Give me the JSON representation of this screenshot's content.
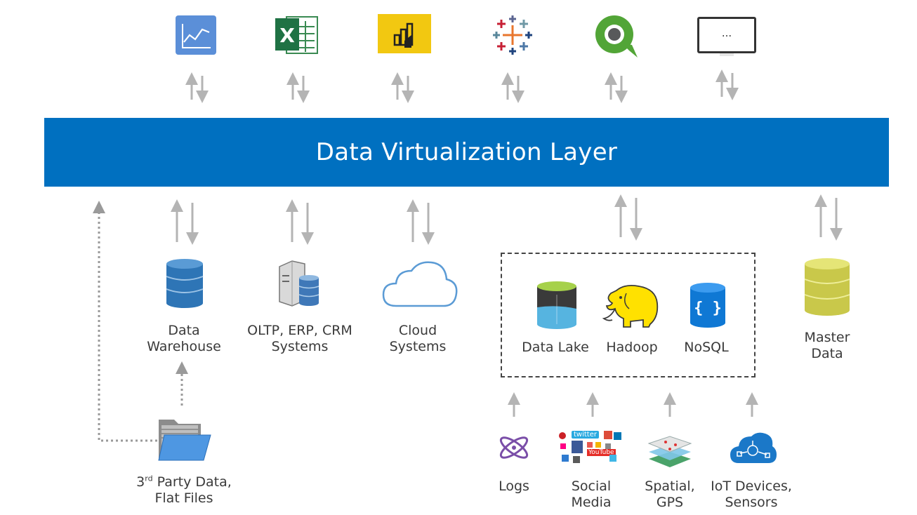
{
  "layer": {
    "title": "Data Virtualization Layer"
  },
  "consumers": [
    {
      "icon": "line-chart-icon"
    },
    {
      "icon": "excel-icon"
    },
    {
      "icon": "power-bi-icon"
    },
    {
      "icon": "tableau-icon"
    },
    {
      "icon": "qlik-icon"
    },
    {
      "icon": "monitor-more-icon",
      "text": "..."
    }
  ],
  "sources": {
    "data_warehouse": {
      "line1": "Data",
      "line2": "Warehouse"
    },
    "oltp": {
      "line1": "OLTP, ERP, CRM",
      "line2": "Systems"
    },
    "cloud": {
      "line1": "Cloud",
      "line2": "Systems"
    },
    "data_lake": "Data Lake",
    "hadoop": "Hadoop",
    "nosql": "NoSQL",
    "master_data": {
      "line1": "Master",
      "line2": "Data"
    },
    "third_party": {
      "prefix": "3",
      "sup": "rd",
      "line1_rest": " Party Data,",
      "line2": "Flat Files"
    }
  },
  "feeds": {
    "logs": {
      "line1": "Logs"
    },
    "social": {
      "line1": "Social",
      "line2": "Media",
      "brand": "twitter",
      "brand2": "YouTube"
    },
    "spatial": {
      "line1": "Spatial,",
      "line2": "GPS"
    },
    "iot": {
      "line1": "IoT Devices,",
      "line2": "Sensors"
    }
  },
  "colors": {
    "layer": "#0070c0",
    "arrow": "#b4b4b4",
    "db_blue": "#2e75b6",
    "master_yellow": "#c9c84a",
    "powerbi_yellow": "#f2c811",
    "qlik_green": "#52a537",
    "excel_green": "#1f7244"
  }
}
